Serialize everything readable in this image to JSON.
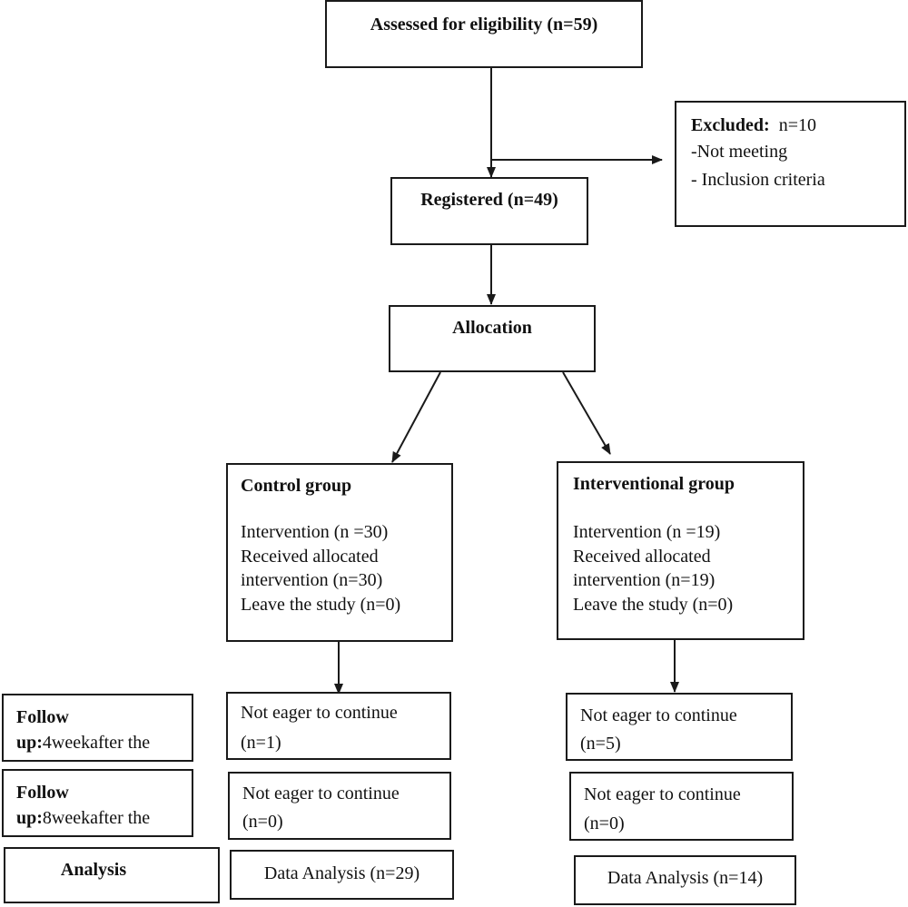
{
  "assessed": "Assessed for eligibility (n=59)",
  "excluded": {
    "title": "Excluded:",
    "count": "n=10",
    "line1": "-Not meeting",
    "line2": "- Inclusion criteria"
  },
  "registered": "Registered (n=49)",
  "allocation": "Allocation",
  "control": {
    "title": "Control group",
    "lines": [
      "Intervention  (n =30)",
      "Received allocated",
      "intervention (n=30)",
      "Leave the study (n=0)"
    ],
    "followup4": [
      "Not eager to continue",
      "(n=1)"
    ],
    "followup8": [
      "Not eager to continue",
      "(n=0)"
    ],
    "analysis": "Data Analysis (n=29)"
  },
  "interventional": {
    "title": "Interventional group",
    "lines": [
      "Intervention  (n =19)",
      "Received allocated",
      "intervention (n=19)",
      "Leave the study (n=0)"
    ],
    "followup4": [
      "Not eager to continue",
      "(n=5)"
    ],
    "followup8": [
      "Not eager to continue",
      "(n=0)"
    ],
    "analysis": "Data Analysis (n=14)"
  },
  "side_labels": {
    "followup4": {
      "bold1": "Follow",
      "bold2": "up:",
      "rest": "4weekafter the"
    },
    "followup8": {
      "bold1": "Follow",
      "bold2": "up:",
      "rest": "8weekafter the"
    },
    "analysis": "Analysis"
  }
}
